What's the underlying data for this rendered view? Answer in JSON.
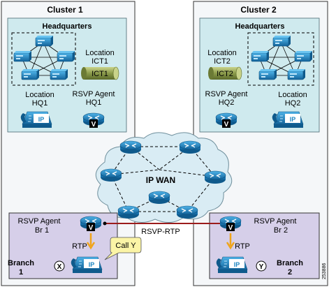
{
  "clusters": [
    {
      "title": "Cluster 1",
      "hq_title": "Headquarters",
      "location_ict_line1": "Location",
      "location_ict_line2": "ICT1",
      "ict_tube_label": "ICT1",
      "location_hq_line1": "Location",
      "location_hq_line2": "HQ1",
      "rsvp_line1": "RSVP Agent",
      "rsvp_line2": "HQ1"
    },
    {
      "title": "Cluster 2",
      "hq_title": "Headquarters",
      "location_ict_line1": "Location",
      "location_ict_line2": "ICT2",
      "ict_tube_label": "ICT2",
      "location_hq_line1": "Location",
      "location_hq_line2": "HQ2",
      "rsvp_line1": "RSVP Agent",
      "rsvp_line2": "HQ2"
    }
  ],
  "wan": {
    "label": "IP WAN",
    "link_label": "RSVP-RTP"
  },
  "branches": [
    {
      "rsvp_line1": "RSVP Agent",
      "rsvp_line2": "Br 1",
      "rtp_label": "RTP",
      "name_line1": "Branch",
      "name_line2": "1",
      "marker": "X",
      "callout": "Call Y"
    },
    {
      "rsvp_line1": "RSVP Agent",
      "rsvp_line2": "Br 2",
      "rtp_label": "RTP",
      "name_line1": "Branch",
      "name_line2": "2",
      "marker": "Y"
    }
  ],
  "icons": {
    "phone_label": "IP",
    "agent_badge": "V"
  },
  "figure_id": "253886",
  "colors": {
    "hq_fill": "#cfeaee",
    "branch_fill": "#d6cfe9",
    "wan_cloud": "#d9ecf4",
    "router": "#1e86c2",
    "link_red": "#9b1c1c",
    "rtp_arrow": "#f0a41a",
    "callout": "#fbf4a6",
    "ict_tube": "#8a9a4a"
  }
}
